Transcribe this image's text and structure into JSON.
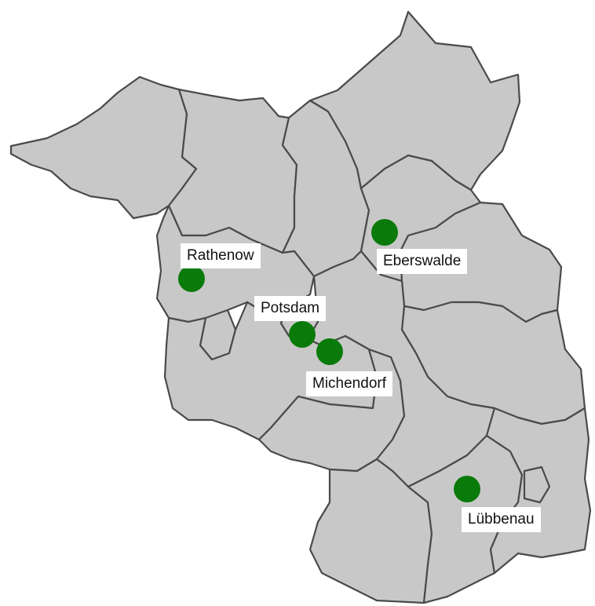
{
  "map": {
    "colors": {
      "district_fill": "#c8c8c8",
      "district_border": "#4a4a4a",
      "marker": "#0a7a0a",
      "label_background": "#ffffff"
    },
    "cities": [
      {
        "id": "rathenow",
        "name": "Rathenow"
      },
      {
        "id": "eberswalde",
        "name": "Eberswalde"
      },
      {
        "id": "potsdam",
        "name": "Potsdam"
      },
      {
        "id": "michendorf",
        "name": "Michendorf"
      },
      {
        "id": "luebbenau",
        "name": "Lübbenau"
      }
    ]
  }
}
